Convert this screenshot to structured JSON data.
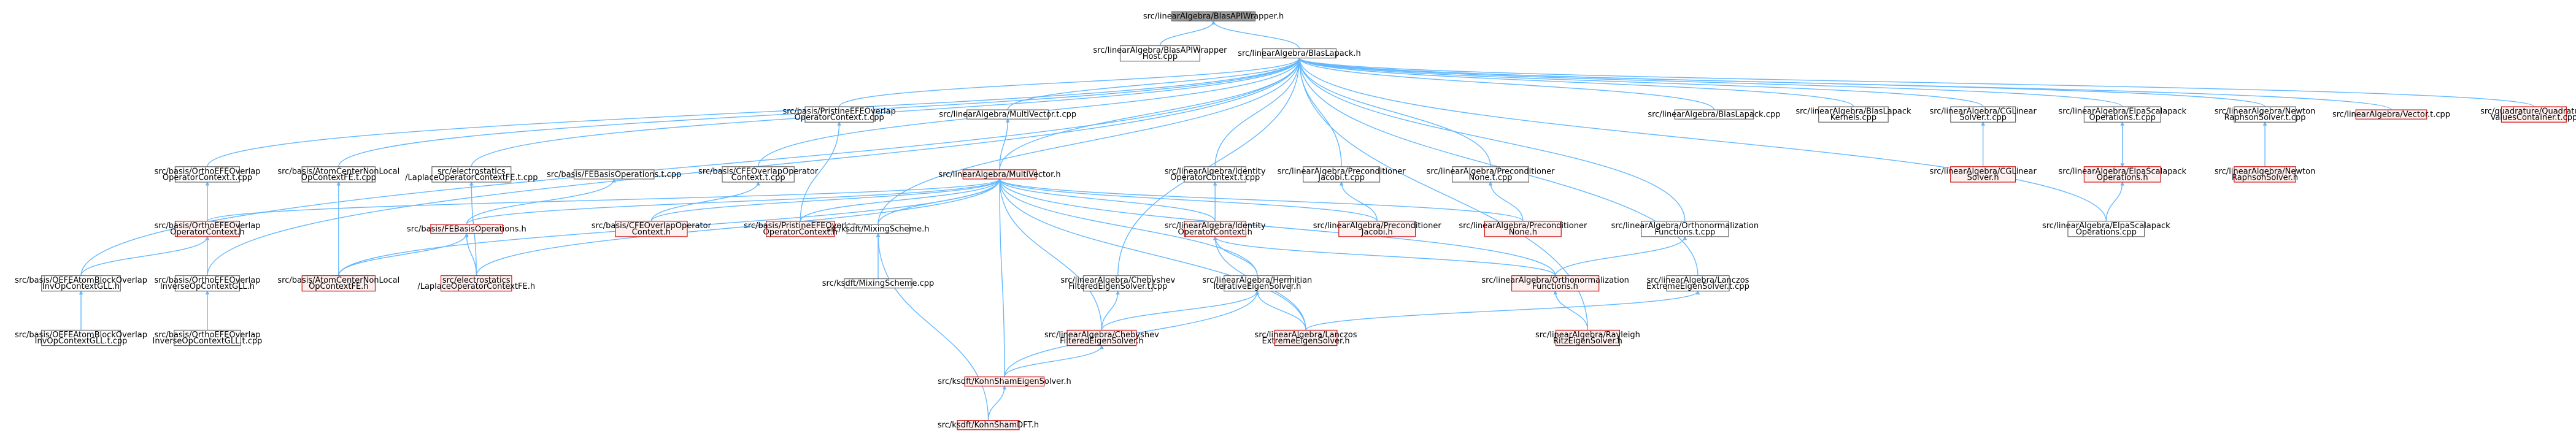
{
  "theme": {
    "edge_color": "#63b8ff",
    "node_border": "#666666",
    "root_fill": "#999999",
    "red_border": "#cc1111",
    "red_fill": "#fff0f0"
  },
  "nodes": [
    {
      "id": "root",
      "lines": [
        "src/linearAlgebra/BlasAPIWrapper.h"
      ],
      "style": "root"
    },
    {
      "id": "bapi_host",
      "lines": [
        "src/linearAlgebra/BlasAPIWrapper",
        "Host.cpp"
      ],
      "style": "normal"
    },
    {
      "id": "blaslapack_h",
      "lines": [
        "src/linearAlgebra/BlasLapack.h"
      ],
      "style": "normal"
    },
    {
      "id": "pristine_t",
      "lines": [
        "src/basis/PristineEFEOverlap",
        "OperatorContext.t.cpp"
      ],
      "style": "normal"
    },
    {
      "id": "multivector_t",
      "lines": [
        "src/linearAlgebra/MultiVector.t.cpp"
      ],
      "style": "normal"
    },
    {
      "id": "blaslapack_cpp",
      "lines": [
        "src/linearAlgebra/BlasLapack.cpp"
      ],
      "style": "normal"
    },
    {
      "id": "blaslapack_kernels",
      "lines": [
        "src/linearAlgebra/BlasLapack",
        "Kernels.cpp"
      ],
      "style": "normal"
    },
    {
      "id": "cglinear_t",
      "lines": [
        "src/linearAlgebra/CGLinear",
        "Solver.t.cpp"
      ],
      "style": "normal"
    },
    {
      "id": "elpa_t",
      "lines": [
        "src/linearAlgebra/ElpaScalapack",
        "Operations.t.cpp"
      ],
      "style": "normal"
    },
    {
      "id": "newton_t",
      "lines": [
        "src/linearAlgebra/Newton",
        "RaphsonSolver.t.cpp"
      ],
      "style": "normal"
    },
    {
      "id": "vector_t",
      "lines": [
        "src/linearAlgebra/Vector.t.cpp"
      ],
      "style": "red"
    },
    {
      "id": "quadrature_t",
      "lines": [
        "src/quadrature/Quadrature",
        "ValuesContainer.t.cpp"
      ],
      "style": "red"
    },
    {
      "id": "ortho_op_t",
      "lines": [
        "src/basis/OrthoEFEOverlap",
        "OperatorContext.t.cpp"
      ],
      "style": "normal"
    },
    {
      "id": "atomcenter_t",
      "lines": [
        "src/basis/AtomCenterNonLocal",
        "OpContextFE.t.cpp"
      ],
      "style": "normal"
    },
    {
      "id": "electro_t",
      "lines": [
        "src/electrostatics",
        "/LaplaceOperatorContextFE.t.cpp"
      ],
      "style": "normal"
    },
    {
      "id": "febasis_t",
      "lines": [
        "src/basis/FEBasisOperations.t.cpp"
      ],
      "style": "normal"
    },
    {
      "id": "cfe_t",
      "lines": [
        "src/basis/CFEOverlapOperator",
        "Context.t.cpp"
      ],
      "style": "normal"
    },
    {
      "id": "multivector_h",
      "lines": [
        "src/linearAlgebra/MultiVector.h"
      ],
      "style": "red"
    },
    {
      "id": "identity_t",
      "lines": [
        "src/linearAlgebra/Identity",
        "OperatorContext.t.cpp"
      ],
      "style": "normal"
    },
    {
      "id": "precond_jacobi_t",
      "lines": [
        "src/linearAlgebra/Preconditioner",
        "Jacobi.t.cpp"
      ],
      "style": "normal"
    },
    {
      "id": "precond_none_t",
      "lines": [
        "src/linearAlgebra/Preconditioner",
        "None.t.cpp"
      ],
      "style": "normal"
    },
    {
      "id": "cglinear_h",
      "lines": [
        "src/linearAlgebra/CGLinear",
        "Solver.h"
      ],
      "style": "red"
    },
    {
      "id": "elpa_h",
      "lines": [
        "src/linearAlgebra/ElpaScalapack",
        "Operations.h"
      ],
      "style": "red"
    },
    {
      "id": "newton_h",
      "lines": [
        "src/linearAlgebra/Newton",
        "RaphsonSolver.h"
      ],
      "style": "red"
    },
    {
      "id": "ortho_op_h",
      "lines": [
        "src/basis/OrthoEFEOverlap",
        "OperatorContext.h"
      ],
      "style": "red"
    },
    {
      "id": "febasis_h",
      "lines": [
        "src/basis/FEBasisOperations.h"
      ],
      "style": "red"
    },
    {
      "id": "cfe_h",
      "lines": [
        "src/basis/CFEOverlapOperator",
        "Context.h"
      ],
      "style": "red"
    },
    {
      "id": "pristine_h",
      "lines": [
        "src/basis/PristineEFEOverlap",
        "OperatorContext.h"
      ],
      "style": "red"
    },
    {
      "id": "mixing_h",
      "lines": [
        "src/ksdft/MixingScheme.h"
      ],
      "style": "normal"
    },
    {
      "id": "identity_h",
      "lines": [
        "src/linearAlgebra/Identity",
        "OperatorContext.h"
      ],
      "style": "red"
    },
    {
      "id": "precond_jacobi_h",
      "lines": [
        "src/linearAlgebra/Preconditioner",
        "Jacobi.h"
      ],
      "style": "red"
    },
    {
      "id": "precond_none_h",
      "lines": [
        "src/linearAlgebra/Preconditioner",
        "None.h"
      ],
      "style": "red"
    },
    {
      "id": "orthonorm_t",
      "lines": [
        "src/linearAlgebra/Orthonormalization",
        "Functions.t.cpp"
      ],
      "style": "normal"
    },
    {
      "id": "elpa_cpp",
      "lines": [
        "src/linearAlgebra/ElpaScalapack",
        "Operations.cpp"
      ],
      "style": "normal"
    },
    {
      "id": "oefe_atom_h",
      "lines": [
        "src/basis/OEFEAtomBlockOverlap",
        "InvOpContextGLL.h"
      ],
      "style": "normal"
    },
    {
      "id": "ortho_inv_h",
      "lines": [
        "src/basis/OrthoEFEOverlap",
        "InverseOpContextGLL.h"
      ],
      "style": "normal"
    },
    {
      "id": "atomcenter_h",
      "lines": [
        "src/basis/AtomCenterNonLocal",
        "OpContextFE.h"
      ],
      "style": "red"
    },
    {
      "id": "electro_h",
      "lines": [
        "src/electrostatics",
        "/LaplaceOperatorContextFE.h"
      ],
      "style": "red"
    },
    {
      "id": "mixing_cpp",
      "lines": [
        "src/ksdft/MixingScheme.cpp"
      ],
      "style": "normal"
    },
    {
      "id": "cheby_t",
      "lines": [
        "src/linearAlgebra/Chebyshev",
        "FilteredEigenSolver.t.cpp"
      ],
      "style": "normal"
    },
    {
      "id": "hermitian_h",
      "lines": [
        "src/linearAlgebra/Hermitian",
        "IterativeEigenSolver.h"
      ],
      "style": "normal"
    },
    {
      "id": "orthonorm_h",
      "lines": [
        "src/linearAlgebra/Orthonormalization",
        "Functions.h"
      ],
      "style": "red"
    },
    {
      "id": "lanczos_t",
      "lines": [
        "src/linearAlgebra/Lanczos",
        "ExtremeEigenSolver.t.cpp"
      ],
      "style": "normal"
    },
    {
      "id": "oefe_atom_t",
      "lines": [
        "src/basis/OEFEAtomBlockOverlap",
        "InvOpContextGLL.t.cpp"
      ],
      "style": "normal"
    },
    {
      "id": "ortho_inv_t",
      "lines": [
        "src/basis/OrthoEFEOverlap",
        "InverseOpContextGLL.t.cpp"
      ],
      "style": "normal"
    },
    {
      "id": "cheby_h",
      "lines": [
        "src/linearAlgebra/Chebyshev",
        "FilteredEigenSolver.h"
      ],
      "style": "red"
    },
    {
      "id": "lanczos_h",
      "lines": [
        "src/linearAlgebra/Lanczos",
        "ExtremeEigenSolver.h"
      ],
      "style": "red"
    },
    {
      "id": "rayleigh_h",
      "lines": [
        "src/linearAlgebra/Rayleigh",
        "RitzEigenSolver.h"
      ],
      "style": "red"
    },
    {
      "id": "kohnsham_h",
      "lines": [
        "src/ksdft/KohnShamEigenSolver.h"
      ],
      "style": "red"
    },
    {
      "id": "kohnsham_dft_h",
      "lines": [
        "src/ksdft/KohnShamDFT.h"
      ],
      "style": "red"
    }
  ],
  "edges": [
    [
      "root",
      "bapi_host"
    ],
    [
      "root",
      "blaslapack_h"
    ],
    [
      "blaslapack_h",
      "pristine_t"
    ],
    [
      "blaslapack_h",
      "multivector_t"
    ],
    [
      "blaslapack_h",
      "blaslapack_cpp"
    ],
    [
      "blaslapack_h",
      "blaslapack_kernels"
    ],
    [
      "blaslapack_h",
      "cglinear_t"
    ],
    [
      "blaslapack_h",
      "elpa_t"
    ],
    [
      "blaslapack_h",
      "newton_t"
    ],
    [
      "blaslapack_h",
      "vector_t"
    ],
    [
      "blaslapack_h",
      "quadrature_t"
    ],
    [
      "blaslapack_h",
      "ortho_op_t"
    ],
    [
      "blaslapack_h",
      "atomcenter_t"
    ],
    [
      "blaslapack_h",
      "electro_t"
    ],
    [
      "blaslapack_h",
      "cfe_t"
    ],
    [
      "blaslapack_h",
      "multivector_h"
    ],
    [
      "blaslapack_h",
      "identity_t"
    ],
    [
      "blaslapack_h",
      "precond_jacobi_t"
    ],
    [
      "blaslapack_h",
      "precond_none_t"
    ],
    [
      "blaslapack_h",
      "orthonorm_t"
    ],
    [
      "blaslapack_h",
      "elpa_cpp"
    ],
    [
      "blaslapack_h",
      "mixing_h"
    ],
    [
      "blaslapack_h",
      "oefe_atom_h"
    ],
    [
      "blaslapack_h",
      "ortho_inv_h"
    ],
    [
      "blaslapack_h",
      "cheby_t"
    ],
    [
      "blaslapack_h",
      "lanczos_t"
    ],
    [
      "blaslapack_h",
      "rayleigh_h"
    ],
    [
      "pristine_t",
      "pristine_h"
    ],
    [
      "multivector_t",
      "multivector_h"
    ],
    [
      "cglinear_t",
      "cglinear_h"
    ],
    [
      "elpa_t",
      "elpa_h"
    ],
    [
      "newton_t",
      "newton_h"
    ],
    [
      "ortho_op_t",
      "ortho_op_h"
    ],
    [
      "atomcenter_t",
      "atomcenter_h"
    ],
    [
      "electro_t",
      "electro_h"
    ],
    [
      "febasis_t",
      "febasis_h"
    ],
    [
      "cfe_t",
      "cfe_h"
    ],
    [
      "identity_t",
      "identity_h"
    ],
    [
      "precond_jacobi_t",
      "precond_jacobi_h"
    ],
    [
      "precond_none_t",
      "precond_none_h"
    ],
    [
      "elpa_h",
      "elpa_cpp"
    ],
    [
      "elpa_h",
      "elpa_t"
    ],
    [
      "multivector_h",
      "ortho_op_h"
    ],
    [
      "multivector_h",
      "febasis_h"
    ],
    [
      "multivector_h",
      "cfe_h"
    ],
    [
      "multivector_h",
      "pristine_h"
    ],
    [
      "multivector_h",
      "mixing_h"
    ],
    [
      "multivector_h",
      "identity_h"
    ],
    [
      "multivector_h",
      "precond_jacobi_h"
    ],
    [
      "multivector_h",
      "precond_none_h"
    ],
    [
      "multivector_h",
      "atomcenter_h"
    ],
    [
      "multivector_h",
      "electro_h"
    ],
    [
      "multivector_h",
      "hermitian_h"
    ],
    [
      "multivector_h",
      "orthonorm_h"
    ],
    [
      "multivector_h",
      "cheby_h"
    ],
    [
      "multivector_h",
      "lanczos_h"
    ],
    [
      "multivector_h",
      "kohnsham_h"
    ],
    [
      "ortho_op_h",
      "oefe_atom_h"
    ],
    [
      "ortho_op_h",
      "ortho_inv_h"
    ],
    [
      "febasis_h",
      "atomcenter_h"
    ],
    [
      "febasis_h",
      "electro_h"
    ],
    [
      "mixing_h",
      "mixing_cpp"
    ],
    [
      "mixing_h",
      "kohnsham_dft_h"
    ],
    [
      "identity_h",
      "orthonorm_h"
    ],
    [
      "identity_h",
      "hermitian_h"
    ],
    [
      "identity_h",
      "lanczos_h"
    ],
    [
      "orthonorm_t",
      "orthonorm_h"
    ],
    [
      "orthonorm_h",
      "rayleigh_h"
    ],
    [
      "oefe_atom_h",
      "oefe_atom_t"
    ],
    [
      "ortho_inv_h",
      "ortho_inv_t"
    ],
    [
      "cheby_t",
      "cheby_h"
    ],
    [
      "hermitian_h",
      "cheby_h"
    ],
    [
      "hermitian_h",
      "lanczos_h"
    ],
    [
      "hermitian_h",
      "kohnsham_h"
    ],
    [
      "lanczos_t",
      "lanczos_h"
    ],
    [
      "cheby_h",
      "kohnsham_h"
    ],
    [
      "kohnsham_h",
      "kohnsham_dft_h"
    ]
  ]
}
